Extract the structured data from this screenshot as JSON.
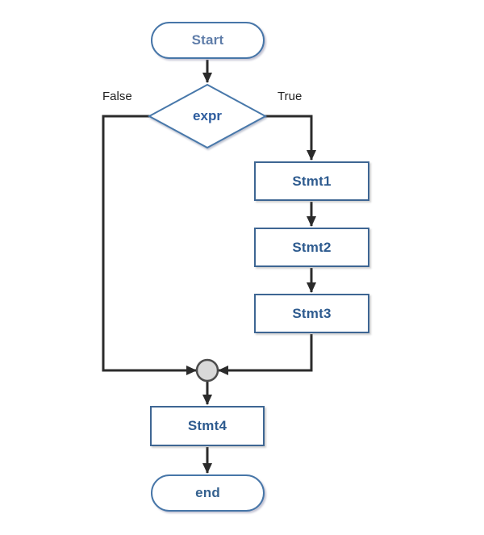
{
  "nodes": {
    "start": {
      "label": "Start",
      "type": "terminator"
    },
    "decision": {
      "label": "expr",
      "type": "decision"
    },
    "stmt1": {
      "label": "Stmt1",
      "type": "process"
    },
    "stmt2": {
      "label": "Stmt2",
      "type": "process"
    },
    "stmt3": {
      "label": "Stmt3",
      "type": "process"
    },
    "stmt4": {
      "label": "Stmt4",
      "type": "process"
    },
    "end": {
      "label": "end",
      "type": "terminator"
    }
  },
  "edges": {
    "false_label": "False",
    "true_label": "True"
  },
  "colors": {
    "background": "#ffffff",
    "terminator_border": "#4776a8",
    "decision_border": "#4878aa",
    "process_border": "#3e6693",
    "start_text": "#5f7da9",
    "end_text": "#35618f",
    "process_text": "#2e5b8f",
    "decision_text": "#2d5c9e",
    "branch_label_text": "#1f1f1f",
    "connector": "#2b2b2b",
    "junction_fill": "#d9d9d9",
    "junction_border": "#4d4d4d"
  }
}
